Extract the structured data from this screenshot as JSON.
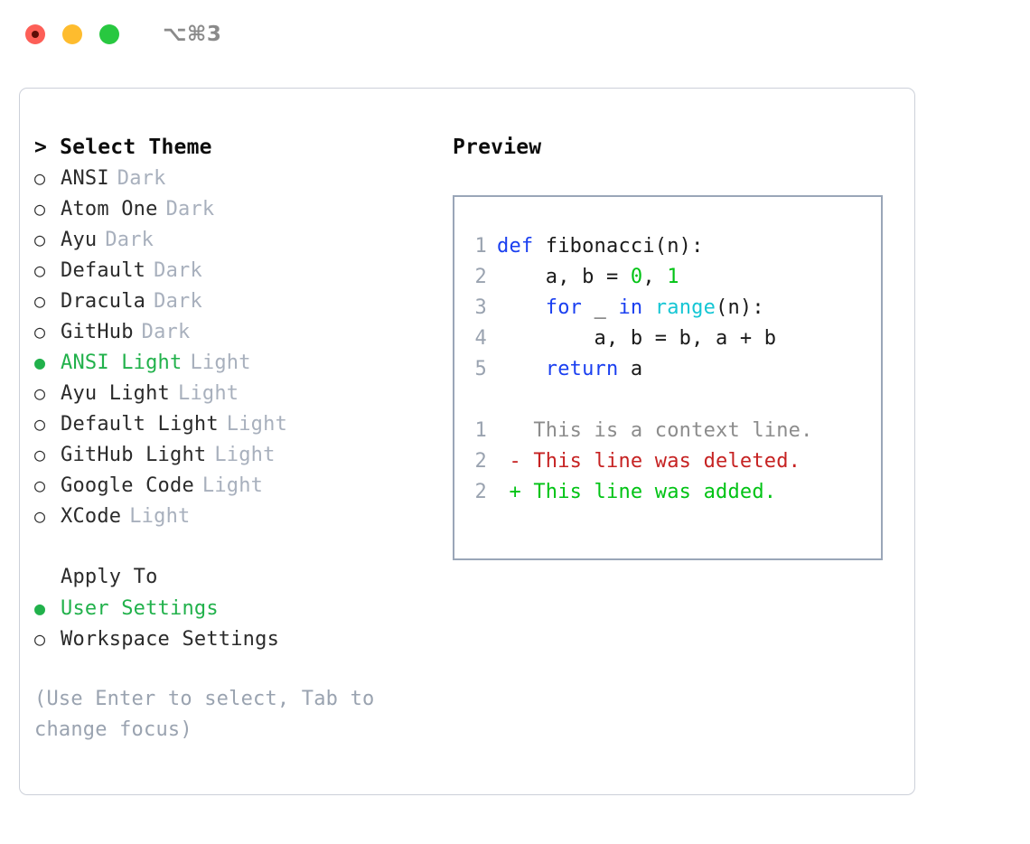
{
  "titlebar": {
    "shortcut": "⌥⌘3",
    "buttons": [
      {
        "name": "close-button",
        "color": "#fd5f57"
      },
      {
        "name": "minimize-button",
        "color": "#febc2e"
      },
      {
        "name": "maximize-button",
        "color": "#28c840"
      }
    ]
  },
  "theme_selector": {
    "heading": "> Select Theme",
    "marker_selected": "●",
    "marker_unselected": "○",
    "selected_color": "#21b14b",
    "options": [
      {
        "label": "ANSI",
        "kind": "Dark",
        "selected": false
      },
      {
        "label": "Atom One",
        "kind": "Dark",
        "selected": false
      },
      {
        "label": "Ayu",
        "kind": "Dark",
        "selected": false
      },
      {
        "label": "Default",
        "kind": "Dark",
        "selected": false
      },
      {
        "label": "Dracula",
        "kind": "Dark",
        "selected": false
      },
      {
        "label": "GitHub",
        "kind": "Dark",
        "selected": false
      },
      {
        "label": "ANSI Light",
        "kind": "Light",
        "selected": true
      },
      {
        "label": "Ayu Light",
        "kind": "Light",
        "selected": false
      },
      {
        "label": "Default Light",
        "kind": "Light",
        "selected": false
      },
      {
        "label": "GitHub Light",
        "kind": "Light",
        "selected": false
      },
      {
        "label": "Google Code",
        "kind": "Light",
        "selected": false
      },
      {
        "label": "XCode",
        "kind": "Light",
        "selected": false
      }
    ]
  },
  "apply_to": {
    "heading": "Apply To",
    "options": [
      {
        "label": "User Settings",
        "selected": true
      },
      {
        "label": "Workspace Settings",
        "selected": false
      }
    ]
  },
  "hint": "(Use Enter to select, Tab to change focus)",
  "preview": {
    "title": "Preview",
    "code_lines": [
      {
        "num": "1",
        "tokens": [
          {
            "t": "def ",
            "c": "kw"
          },
          {
            "t": "fibonacci(n):",
            "c": "txt"
          }
        ]
      },
      {
        "num": "2",
        "tokens": [
          {
            "t": "    a, b = ",
            "c": "txt"
          },
          {
            "t": "0",
            "c": "num"
          },
          {
            "t": ", ",
            "c": "txt"
          },
          {
            "t": "1",
            "c": "num"
          }
        ]
      },
      {
        "num": "3",
        "tokens": [
          {
            "t": "    ",
            "c": "txt"
          },
          {
            "t": "for",
            "c": "kw"
          },
          {
            "t": " _ ",
            "c": "txt"
          },
          {
            "t": "in",
            "c": "kw"
          },
          {
            "t": " ",
            "c": "txt"
          },
          {
            "t": "range",
            "c": "fn"
          },
          {
            "t": "(n):",
            "c": "txt"
          }
        ]
      },
      {
        "num": "4",
        "tokens": [
          {
            "t": "        a, b = b, a + b",
            "c": "txt"
          }
        ]
      },
      {
        "num": "5",
        "tokens": [
          {
            "t": "    ",
            "c": "txt"
          },
          {
            "t": "return",
            "c": "kw"
          },
          {
            "t": " a",
            "c": "txt"
          }
        ]
      }
    ],
    "diff_lines": [
      {
        "num": "1",
        "tokens": [
          {
            "t": "   This is a context line.",
            "c": "ctx"
          }
        ]
      },
      {
        "num": "2",
        "tokens": [
          {
            "t": " - This line was deleted.",
            "c": "del"
          }
        ]
      },
      {
        "num": "2",
        "tokens": [
          {
            "t": " + This line was added.",
            "c": "add"
          }
        ]
      }
    ]
  }
}
